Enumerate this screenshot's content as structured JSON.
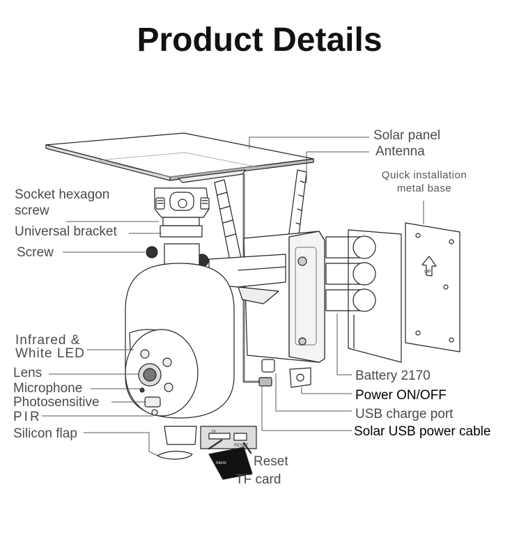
{
  "title": "Product Details",
  "labels": {
    "solar_panel": "Solar panel",
    "antenna": "Antenna",
    "quick_base_line1": "Quick installation",
    "quick_base_line2": "metal base",
    "socket_hex_line1": "Socket hexagon",
    "socket_hex_line2": "screw",
    "universal_bracket": "Universal bracket",
    "screw": "Screw",
    "infrared_line1": "Infrared &",
    "infrared_line2": "White LED",
    "lens": "Lens",
    "microphone": "Microphone",
    "photosensitive": "Photosensitive",
    "pir": "PIR",
    "silicon_flap": "Silicon flap",
    "battery": "Battery 2170",
    "power": "Power ON/OFF",
    "usb_port": "USB charge port",
    "solar_cable": "Solar USB power cable",
    "reset": "Reset",
    "tf_card": "TF card"
  },
  "tiny_text": {
    "tf_slot": "TF",
    "reset_slot": "RESET",
    "up_arrow": "UP",
    "card_brand": "micro"
  }
}
